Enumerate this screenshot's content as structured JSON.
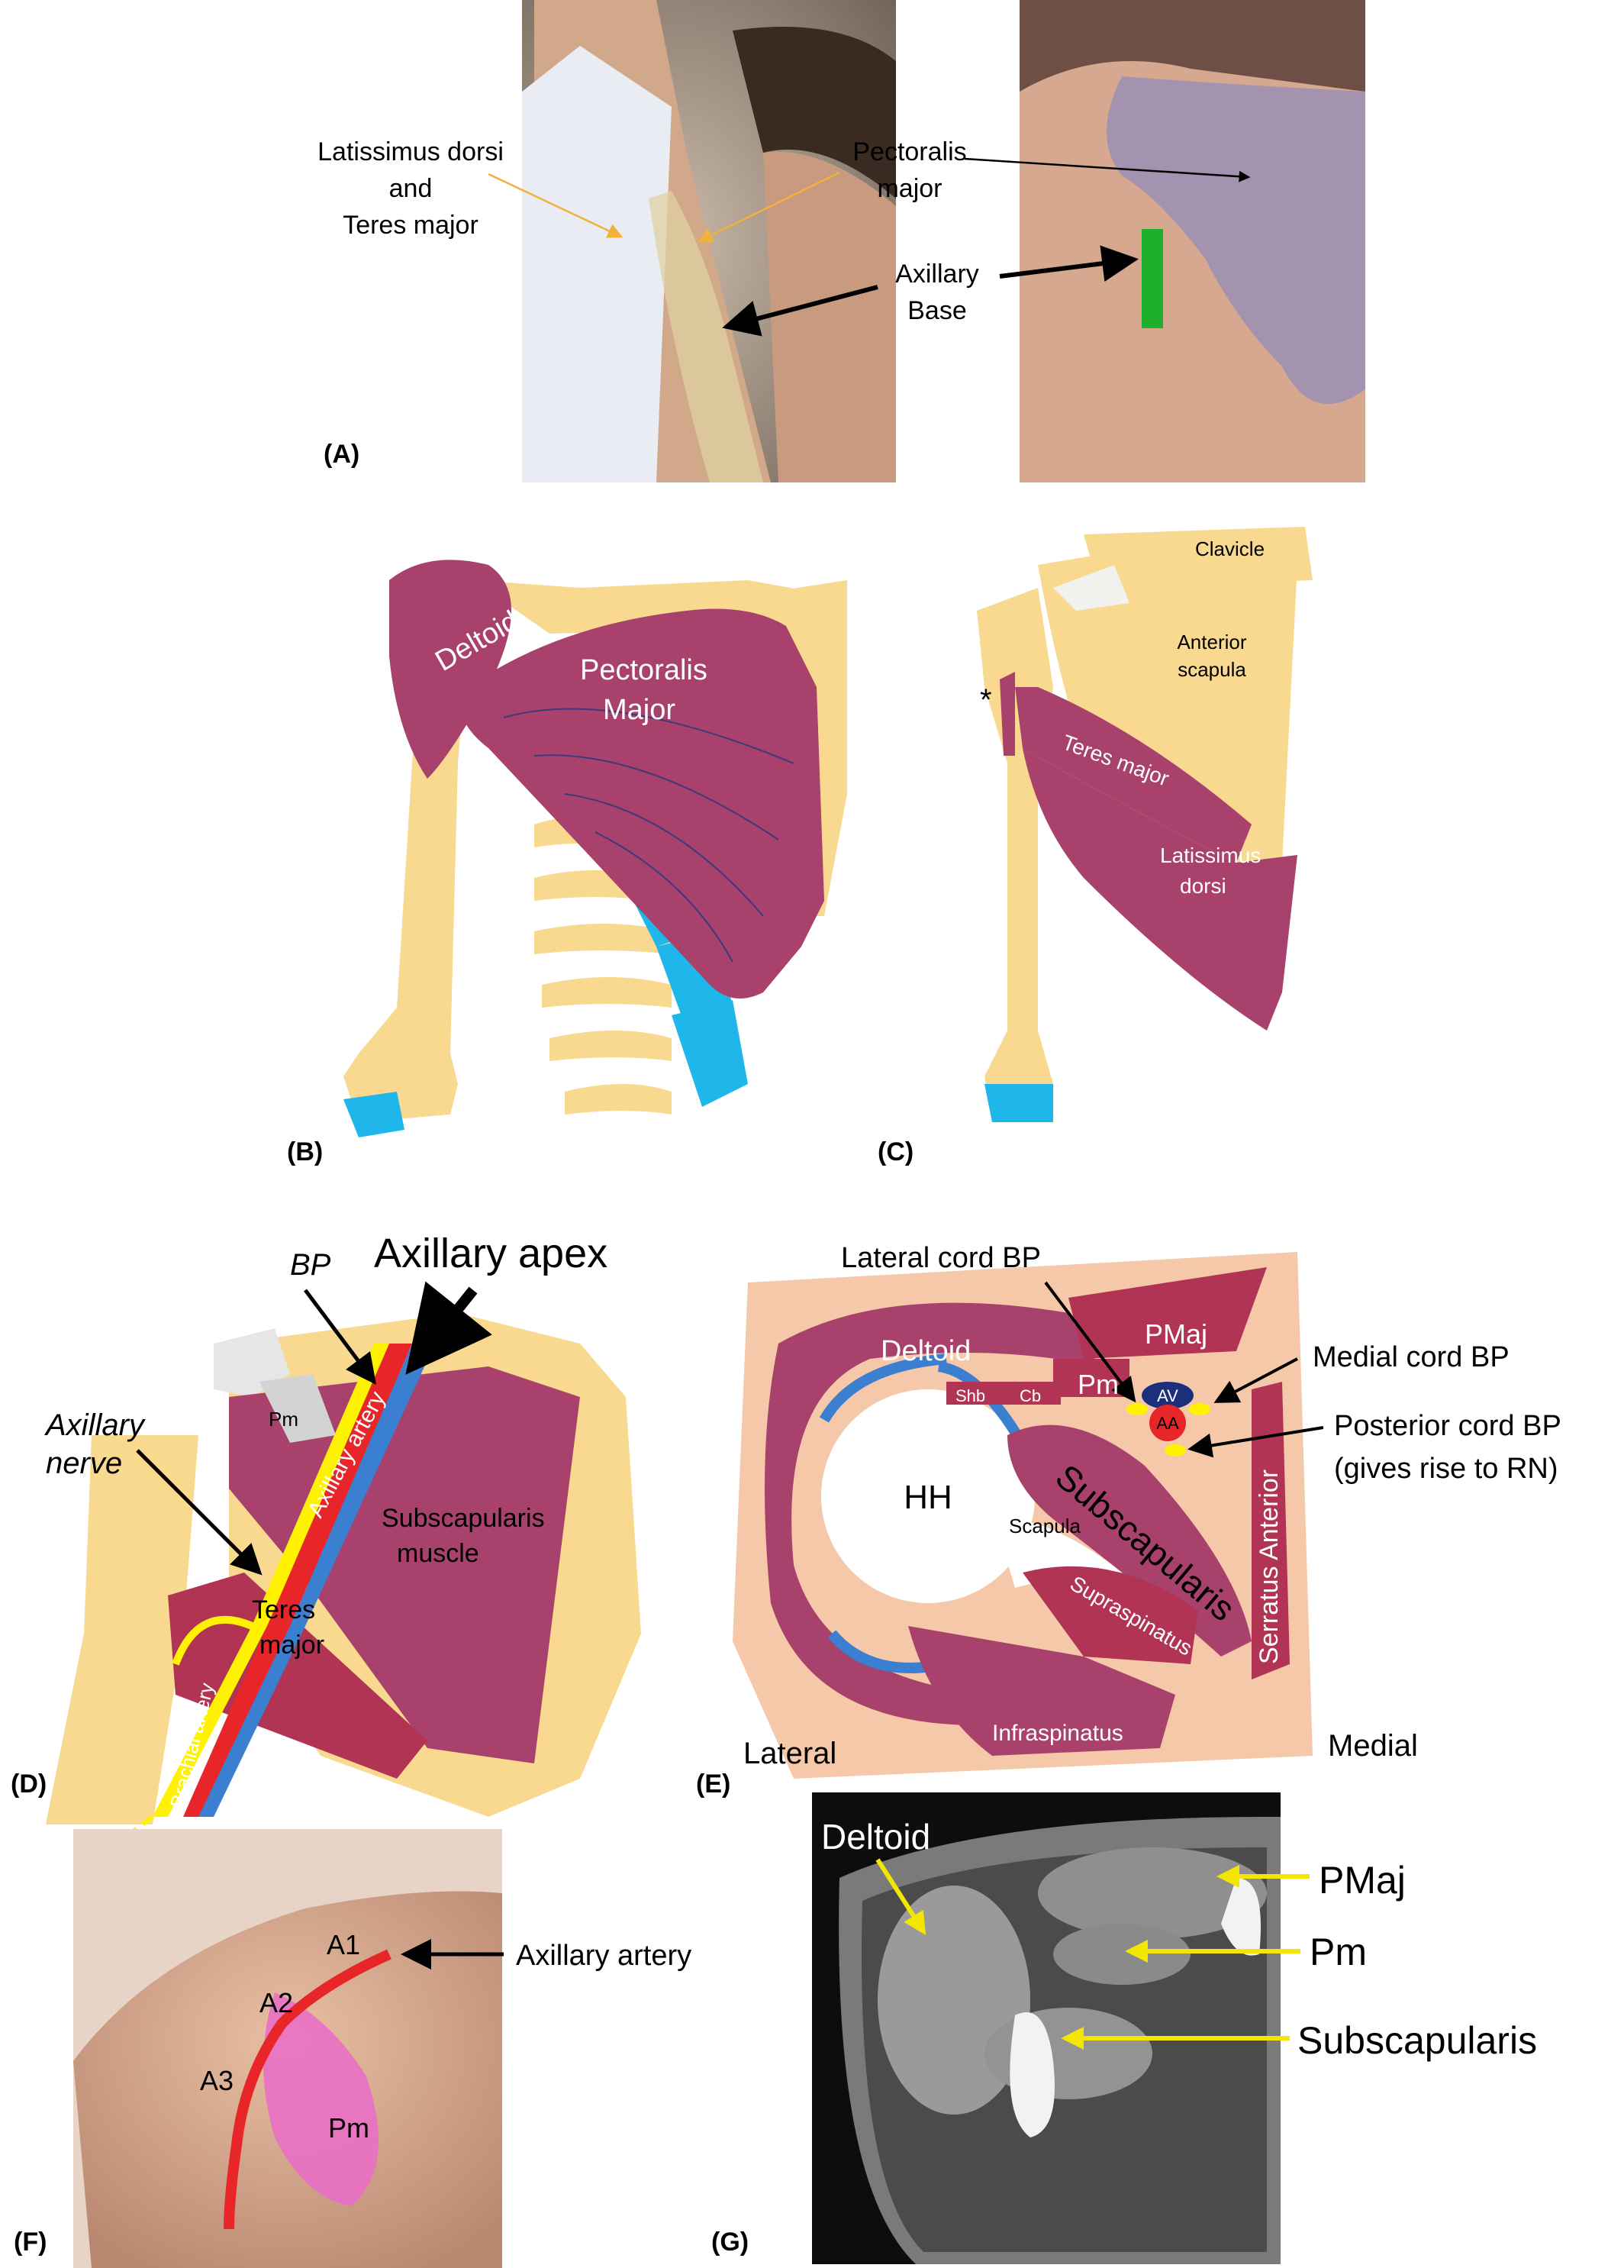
{
  "panels": {
    "a": {
      "letter": "(A)",
      "lat_label_1": "Latissimus dorsi",
      "lat_label_2": "and",
      "lat_label_3": "Teres major",
      "pec_label_1": "Pectoralis",
      "pec_label_2": "major",
      "base_label_1": "Axillary",
      "base_label_2": "Base"
    },
    "b": {
      "letter": "(B)",
      "deltoid": "Deltoid",
      "pec_1": "Pectoralis",
      "pec_2": "Major"
    },
    "c": {
      "letter": "(C)",
      "clavicle": "Clavicle",
      "ant_scap_1": "Anterior",
      "ant_scap_2": "scapula",
      "teres": "Teres major",
      "lat_1": "Latissimus",
      "lat_2": "dorsi",
      "asterisk": "*"
    },
    "d": {
      "letter": "(D)",
      "bp": "BP",
      "apex": "Axillary  apex",
      "ax_nerve_1": "Axillary",
      "ax_nerve_2": "nerve",
      "pm": "Pm",
      "ax_artery": "Axillary artery",
      "subscap_1": "Subscapularis",
      "subscap_2": "muscle",
      "teres_1": "Teres",
      "teres_2": "major",
      "brachial": "Brachial artery"
    },
    "e": {
      "letter": "(E)",
      "lateral_cord": "Lateral cord BP",
      "medial_cord": "Medial cord BP",
      "posterior_cord_1": "Posterior cord BP",
      "posterior_cord_2": "(gives rise to RN)",
      "pmaj": "PMaj",
      "pm": "Pm",
      "deltoid": "Deltoid",
      "shb": "Shb",
      "cb": "Cb",
      "av": "AV",
      "aa": "AA",
      "hh": "HH",
      "scapula": "Scapula",
      "subscapularis": "Subscapularis",
      "supraspinatus": "Supraspinatus",
      "serratus": "Serratus Anterior",
      "infraspinatus": "Infraspinatus",
      "lateral": "Lateral",
      "medial": "Medial"
    },
    "f": {
      "letter": "(F)",
      "a1": "A1",
      "a2": "A2",
      "a3": "A3",
      "pm": "Pm",
      "artery": "Axillary artery"
    },
    "g": {
      "letter": "(G)",
      "deltoid": "Deltoid",
      "pmaj": "PMaj",
      "pm": "Pm",
      "subscap": "Subscapularis"
    }
  },
  "colors": {
    "muscle": "#a8416b",
    "bone": "#f8d98f",
    "cartilage": "#1fb6ea",
    "artery": "#e8262a",
    "vein": "#3b7fd0",
    "nerve": "#fff200",
    "skin_bg": "#f4c8a8",
    "ct_bg": "#0d0d0d",
    "pointer_yellow": "#f3e600",
    "arrow_orange": "#f2b13a"
  }
}
